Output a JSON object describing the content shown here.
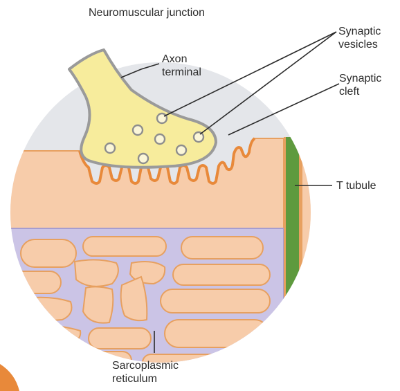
{
  "title": "Neuromuscular junction",
  "labels": {
    "axon_terminal": [
      "Axon",
      "terminal"
    ],
    "synaptic_vesicles": [
      "Synaptic",
      "vesicles"
    ],
    "synaptic_cleft": [
      "Synaptic",
      "cleft"
    ],
    "t_tubule": "T tubule",
    "sarcoplasmic_reticulum": [
      "Sarcoplasmic",
      "reticulum"
    ]
  },
  "colors": {
    "background_circle": "#e4e6ea",
    "axon_fill": "#f7ec9c",
    "axon_outline": "#9a9a9a",
    "muscle_fill": "#f7ccaa",
    "muscle_outline": "#e7a060",
    "junctional_fold": "#e8893a",
    "reticulum_fill": "#cbc4e6",
    "t_tubule": "#5e9a3e",
    "leader_line": "#2b2b2b"
  }
}
